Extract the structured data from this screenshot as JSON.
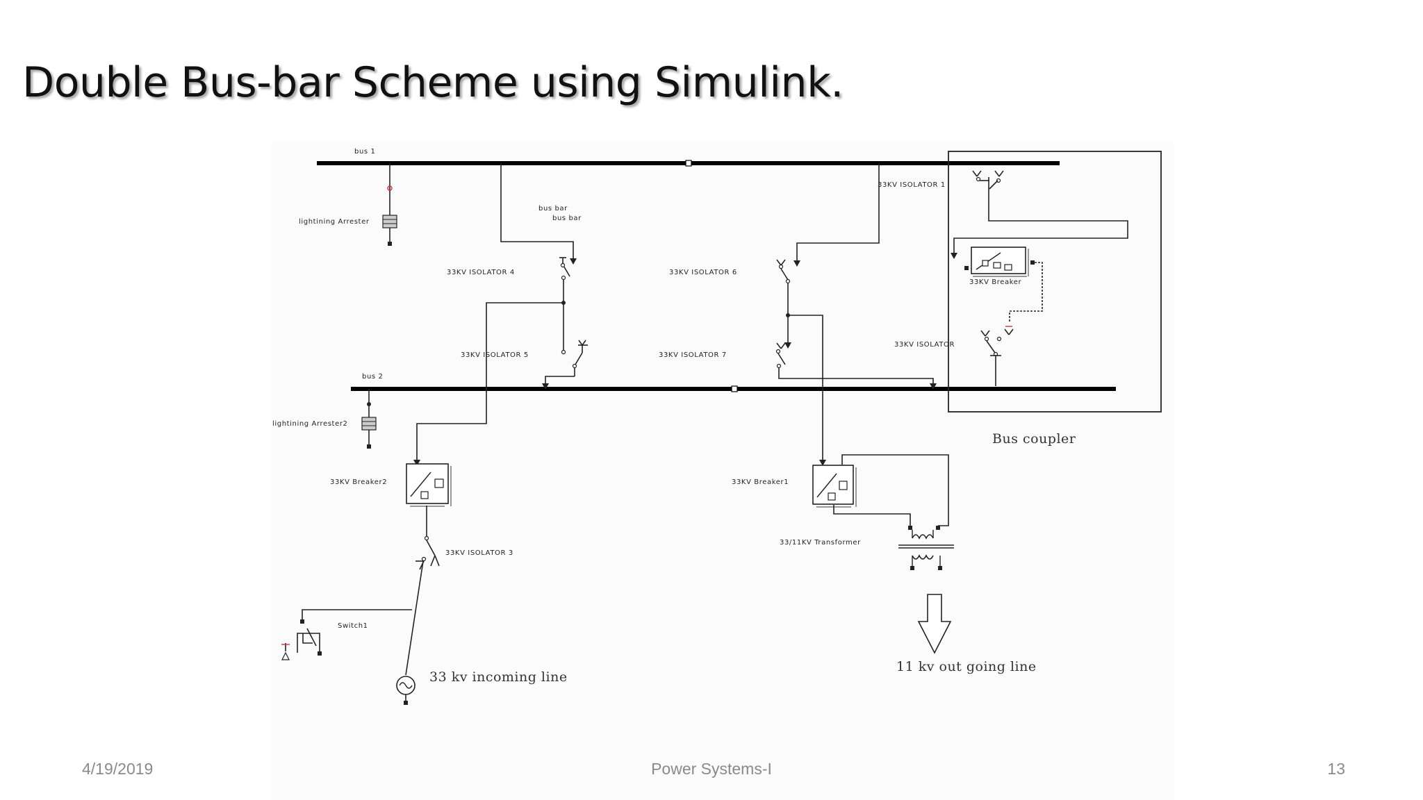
{
  "slide": {
    "title": "Double Bus-bar Scheme using Simulink."
  },
  "diagram": {
    "bus1_label": "bus 1",
    "bus2_label": "bus 2",
    "bus_bar_label_1": "bus bar",
    "bus_bar_label_2": "bus bar",
    "arrester1_label": "lightining Arrester",
    "arrester2_label": "lightining Arrester2",
    "isolator1_label": "33KV ISOLATOR 1",
    "isolator3_label": "33KV ISOLATOR 3",
    "isolator4_label": "33KV ISOLATOR 4",
    "isolator5_label": "33KV ISOLATOR 5",
    "isolator6_label": "33KV ISOLATOR 6",
    "isolator7_label": "33KV ISOLATOR 7",
    "isolator_label": "33KV ISOLATOR",
    "breaker_label": "33KV Breaker",
    "breaker1_label": "33KV Breaker1",
    "breaker2_label": "33KV Breaker2",
    "transformer_label": "33/11KV Transformer",
    "switch_label": "Switch1",
    "bus_coupler_label": "Bus coupler",
    "incoming_line_label": "33 kv incoming line",
    "outgoing_line_label": "11 kv out going line"
  },
  "footer": {
    "date": "4/19/2019",
    "center": "Power Systems-I",
    "page": "13"
  }
}
